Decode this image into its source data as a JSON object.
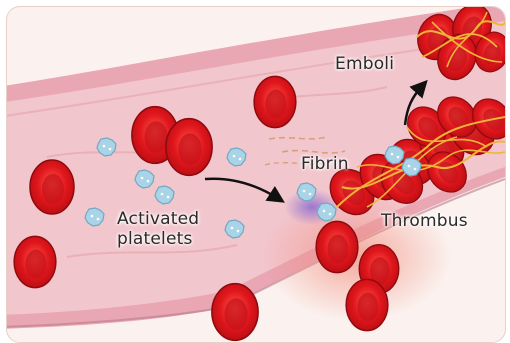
{
  "labels": {
    "activated_platelets_line1": "Activated",
    "activated_platelets_line2": "platelets",
    "emboli": "Emboli",
    "fibrin": "Fibrin",
    "thrombus": "Thrombus"
  },
  "colors": {
    "background": "#fbf2ef",
    "vessel_wall": "#e9a6b3",
    "vessel_lumen": "#f2c6cd",
    "red_blood_cell": "#d9141b",
    "platelet": "#a9d3e6",
    "fibrin_strand": "#f0b43a",
    "clot_glow": "#8a6ad0",
    "arrow": "#111111"
  },
  "icons": {
    "red_blood_cell": "red-blood-cell-icon",
    "platelet": "platelet-icon",
    "arrow": "arrow-icon"
  }
}
